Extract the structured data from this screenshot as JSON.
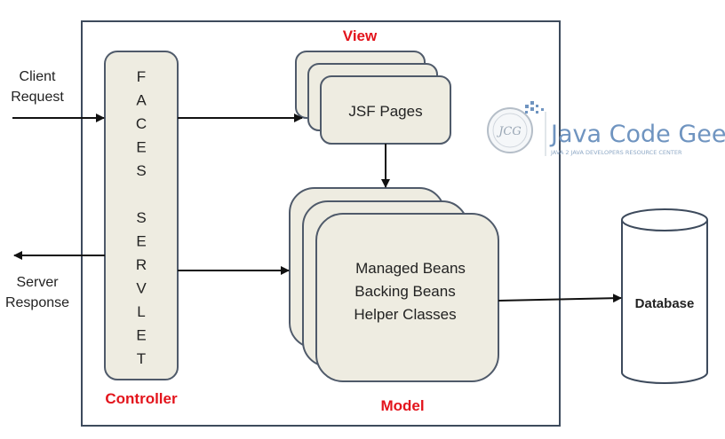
{
  "labels": {
    "view": "View",
    "controller": "Controller",
    "model": "Model",
    "client_request_line1": "Client",
    "client_request_line2": "Request",
    "server_response_line1": "Server",
    "server_response_line2": "Response"
  },
  "servlet": {
    "letters": [
      "F",
      "A",
      "C",
      "E",
      "S",
      "",
      "S",
      "E",
      "R",
      "V",
      "L",
      "E",
      "T"
    ]
  },
  "view_box": {
    "text": "JSF Pages"
  },
  "model_box": {
    "lines": [
      "Managed Beans",
      "Backing Beans",
      "Helper Classes"
    ]
  },
  "database": {
    "text": "Database"
  },
  "logo": {
    "initials": "JCG",
    "title": "Java Code Geeks",
    "subtitle": "JAVA 2 JAVA DEVELOPERS RESOURCE CENTER"
  },
  "colors": {
    "accent_red": "#e3141c",
    "box_fill": "#eeece1",
    "box_stroke": "#4f5a6a",
    "frame_stroke": "#3d4a5c",
    "logo_blue": "#6f94c0"
  }
}
